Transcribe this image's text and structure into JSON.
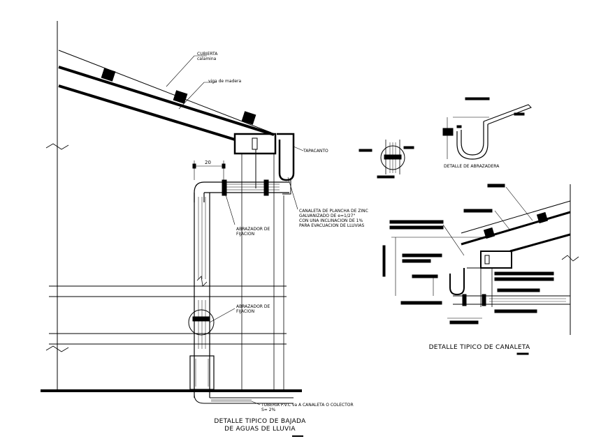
{
  "bajada": {
    "labels": {
      "cubierta_1": "CUBIERTA",
      "cubierta_2": "calamina",
      "viga": "viga de madera",
      "tapacanto": "TAPACANTO",
      "canaleta_1": "CANALETA DE PLANCHA DE ZINC",
      "canaleta_2": "GALVANIZADO DE e=1/27\"",
      "canaleta_3": "CON UNA INCLINACION DE 1%",
      "canaleta_4": "PARA EVACUACION DE LLUVIAS",
      "abrazador_a_1": "ABRAZADOR DE",
      "abrazador_a_2": "FIJACION",
      "abrazador_b_1": "ABRAZADOR DE",
      "abrazador_b_2": "FIJACION",
      "tuberia_1": "TUBERIA P.V.C va A CANALETA O COLECTOR",
      "tuberia_2": "S= 2%",
      "dim_20": "20"
    },
    "title_line1": "DETALLE TIPICO DE BAJADA",
    "title_line2": "DE AGUAS DE LLUVIA"
  },
  "abrazadera": {
    "title": "DETALLE DE ABRAZADERA"
  },
  "canaleta_detail": {
    "title": "DETALLE TIPICO DE CANALETA"
  }
}
